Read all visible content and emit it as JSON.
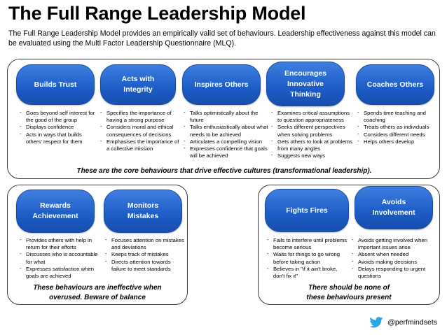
{
  "title": "The Full Range Leadership Model",
  "subtitle": "The Full Range Leadership Model provides an empirically valid set of behaviours. Leadership effectiveness against this model can be evaluated using the Multi Factor Leadership Questionnaire (MLQ).",
  "colors": {
    "pill": "#1c5cc6",
    "border": "#3c3c3c",
    "twitter": "#29a9e0"
  },
  "top_panel": {
    "caption": "These are the core behaviours that drive effective cultures (transformational leadership).",
    "columns": [
      {
        "label": [
          "Builds Trust"
        ],
        "items": [
          "Goes beyond self interest for the good of the group",
          "Displays confidence",
          "Acts in ways that builds others' respect for them"
        ]
      },
      {
        "label": [
          "Acts with",
          "Integrity"
        ],
        "items": [
          "Specifies the importance of having a strong purpose",
          "Considers moral and ethical consequences of decisions",
          "Emphasises the importance of a collective mission"
        ]
      },
      {
        "label": [
          "Inspires Others"
        ],
        "items": [
          "Talks optimistically about the future",
          "Talks enthusiastically about what needs to be achieved",
          "Articulates a compelling vision",
          "Expresses confidence that goals will be achieved"
        ]
      },
      {
        "label": [
          "Encourages",
          "Innovative",
          "Thinking"
        ],
        "items": [
          "Examines critical assumptions to question appropriateness",
          "Seeks different perspectives when solving problems",
          "Gets others to look at problems from many angles",
          "Suggests new ways"
        ]
      },
      {
        "label": [
          "Coaches Others"
        ],
        "items": [
          "Spends time teaching and coaching",
          "Treats others as individuals",
          "Considers different needs",
          "Helps others develop"
        ]
      }
    ]
  },
  "bottom_left_panel": {
    "caption": [
      "These behaviours are ineffective when",
      "overused. Beware of balance"
    ],
    "columns": [
      {
        "label": [
          "Rewards",
          "Achievement"
        ],
        "items": [
          "Provides others with help in return for their efforts",
          "Discusses who is accountable for what",
          "Expresses satisfaction when goals are achieved"
        ]
      },
      {
        "label": [
          "Monitors",
          "Mistakes"
        ],
        "items": [
          "Focuses attention on mistakes and deviations",
          "Keeps track of mistakes",
          "Directs attention towards failure to meet standards"
        ]
      }
    ]
  },
  "bottom_right_panel": {
    "caption": [
      "There should be none of",
      "these behaviours present"
    ],
    "columns": [
      {
        "label": [
          "Fights Fires"
        ],
        "items": [
          "Fails to interfere until problems become serious",
          "Waits for things to go wrong before taking action",
          "Believes in \"if it ain't broke, don't fix it\""
        ]
      },
      {
        "label": [
          "Avoids",
          "Involvement"
        ],
        "items": [
          "Avoids getting involved when important issues arise",
          "Absent when needed",
          "Avoids making decisions",
          "Delays responding to urgent questions"
        ]
      }
    ]
  },
  "handle": "@perfmindsets",
  "handle_icon": "twitter-bird-icon"
}
